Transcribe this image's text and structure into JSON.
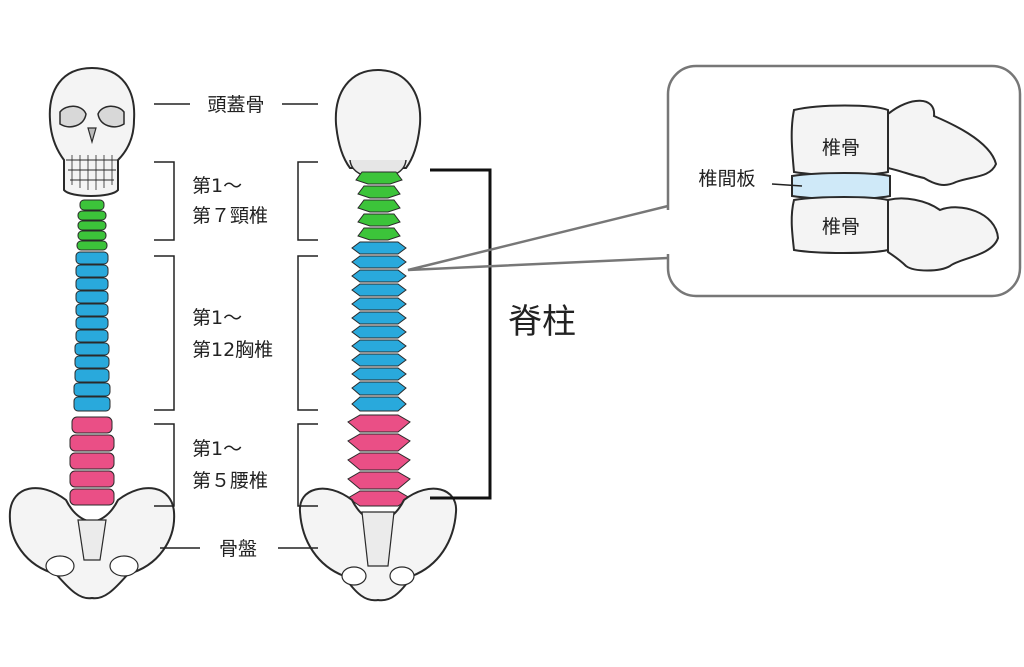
{
  "labels": {
    "skull": "頭蓋骨",
    "cervical_line1": "第1〜",
    "cervical_line2": "第７頸椎",
    "thoracic_line1": "第1〜",
    "thoracic_line2": "第12胸椎",
    "lumbar_line1": "第1〜",
    "lumbar_line2": "第５腰椎",
    "pelvis": "骨盤",
    "spine": "脊柱"
  },
  "inset": {
    "upper_vertebra": "椎骨",
    "disc": "椎間板",
    "lower_vertebra": "椎骨"
  },
  "colors": {
    "cervical": "#3cc43a",
    "thoracic": "#29a9dc",
    "lumbar": "#ea4f86",
    "disc": "#cfe9f8",
    "bone": "#f4f4f4",
    "outline": "#2a2a2a",
    "callout_line": "#777777"
  }
}
